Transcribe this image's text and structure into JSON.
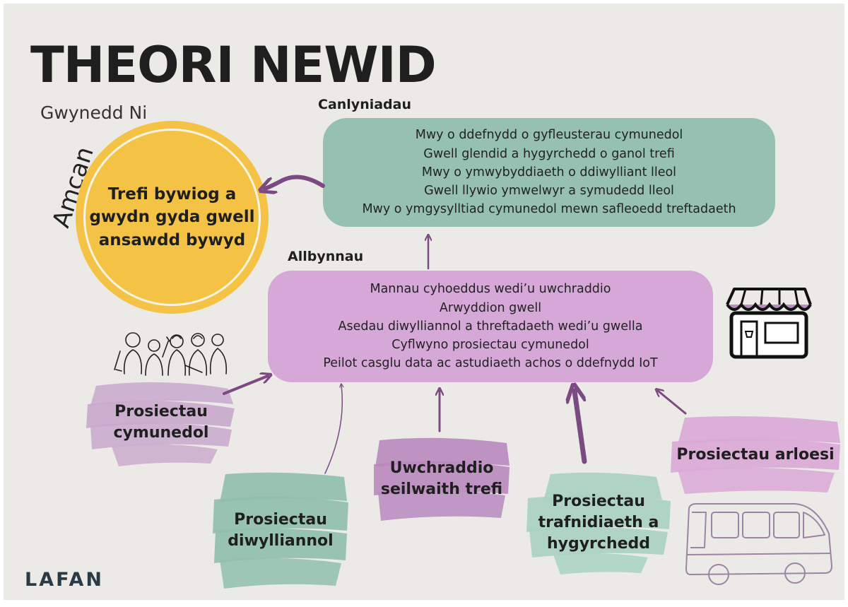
{
  "title": "THEORI NEWID",
  "subtitle": "Gwynedd Ni",
  "aim": {
    "side_label": "Amcan",
    "text": "Trefi bywiog a gwydn gyda gwell ansawdd bywyd"
  },
  "outcomes": {
    "heading": "Canlyniadau",
    "items": [
      "Mwy o ddefnydd o gyfleusterau cymunedol",
      "Gwell glendid a hygyrchedd o ganol trefi",
      "Mwy o ymwybyddiaeth o ddiwylliant lleol",
      "Gwell llywio ymwelwyr a symudedd lleol",
      "Mwy o ymgysylltiad cymunedol mewn safleoedd treftadaeth"
    ]
  },
  "outputs": {
    "heading": "Allbynnau",
    "items": [
      "Mannau cyhoeddus wedi’u uwchraddio",
      "Arwyddion gwell",
      "Asedau diwylliannol a threftadaeth wedi’u gwella",
      "Cyflwyno prosiectau cymunedol",
      "Peilot casglu data ac astudiaeth achos o ddefnydd IoT"
    ]
  },
  "projects": [
    {
      "label": "Prosiectau cymunedol",
      "color": "#c9a8cc"
    },
    {
      "label": "Prosiectau diwylliannol",
      "color": "#8fbfab"
    },
    {
      "label": "Uwchraddio seilwaith trefi",
      "color": "#b98abe"
    },
    {
      "label": "Prosiectau trafnidiaeth a hygyrchedd",
      "color": "#a8d2c1"
    },
    {
      "label": "Prosiectau arloesi",
      "color": "#d9a8d6"
    }
  ],
  "icons": [
    "people-icon",
    "shop-icon",
    "bus-icon"
  ],
  "colors": {
    "background": "#eceae7",
    "outcomes_box": "#95c0b2",
    "outputs_box": "#d5a8d7",
    "aim_circle": "#f4c245",
    "arrow": "#7b4a82"
  },
  "logo": "LAFAN"
}
